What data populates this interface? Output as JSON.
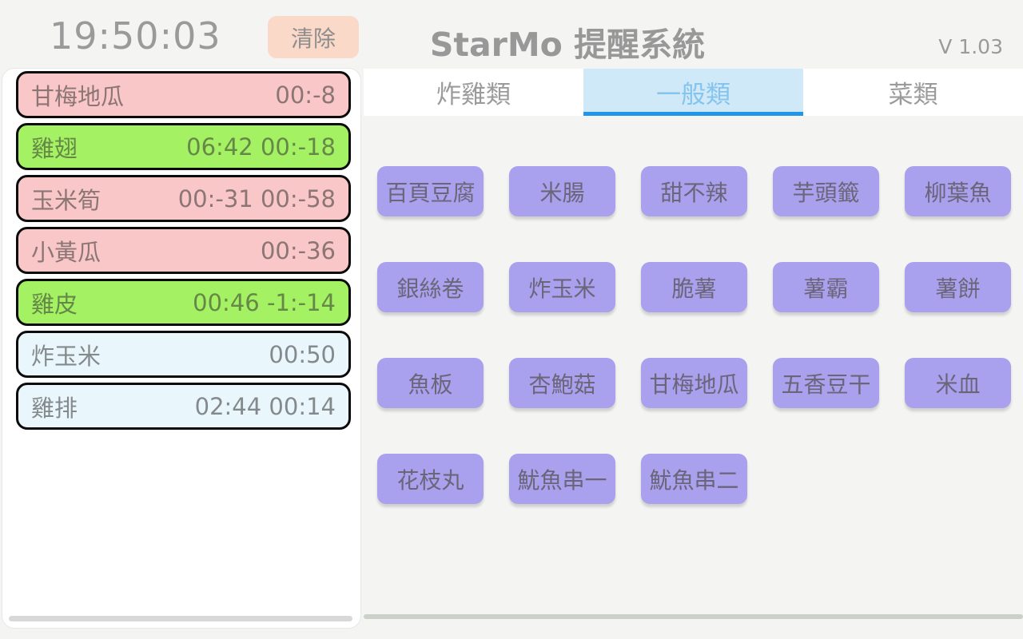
{
  "header": {
    "clock": "19:50:03",
    "clear_label": "清除",
    "title": "StarMo 提醒系統",
    "version": "V 1.03"
  },
  "tabs": [
    {
      "label": "炸雞類",
      "active": false
    },
    {
      "label": "一般類",
      "active": true
    },
    {
      "label": "菜類",
      "active": false
    }
  ],
  "timers": [
    {
      "name": "甘梅地瓜",
      "time": "00:-8",
      "variant": "pink"
    },
    {
      "name": "雞翅",
      "time": "06:42 00:-18",
      "variant": "green"
    },
    {
      "name": "玉米筍",
      "time": "00:-31 00:-58",
      "variant": "pink"
    },
    {
      "name": "小黃瓜",
      "time": "00:-36",
      "variant": "pink"
    },
    {
      "name": "雞皮",
      "time": "00:46 -1:-14",
      "variant": "green"
    },
    {
      "name": "炸玉米",
      "time": "00:50",
      "variant": "blue"
    },
    {
      "name": "雞排",
      "time": "02:44 00:14",
      "variant": "blue"
    }
  ],
  "menu_items": [
    "百頁豆腐",
    "米腸",
    "甜不辣",
    "芋頭籤",
    "柳葉魚",
    "銀絲卷",
    "炸玉米",
    "脆薯",
    "薯霸",
    "薯餅",
    "魚板",
    "杏鮑菇",
    "甘梅地瓜",
    "五香豆干",
    "米血",
    "花枝丸",
    "魷魚串一",
    "魷魚串二"
  ],
  "colors": {
    "accent_blue": "#2196e8",
    "tab_active_bg": "#cfe9f8",
    "timer_pink": "#f9c7c7",
    "timer_green": "#a4f163",
    "timer_blue": "#e9f6fb",
    "button_purple": "#a9a1ee",
    "clear_button_bg": "#fbd9c8"
  }
}
